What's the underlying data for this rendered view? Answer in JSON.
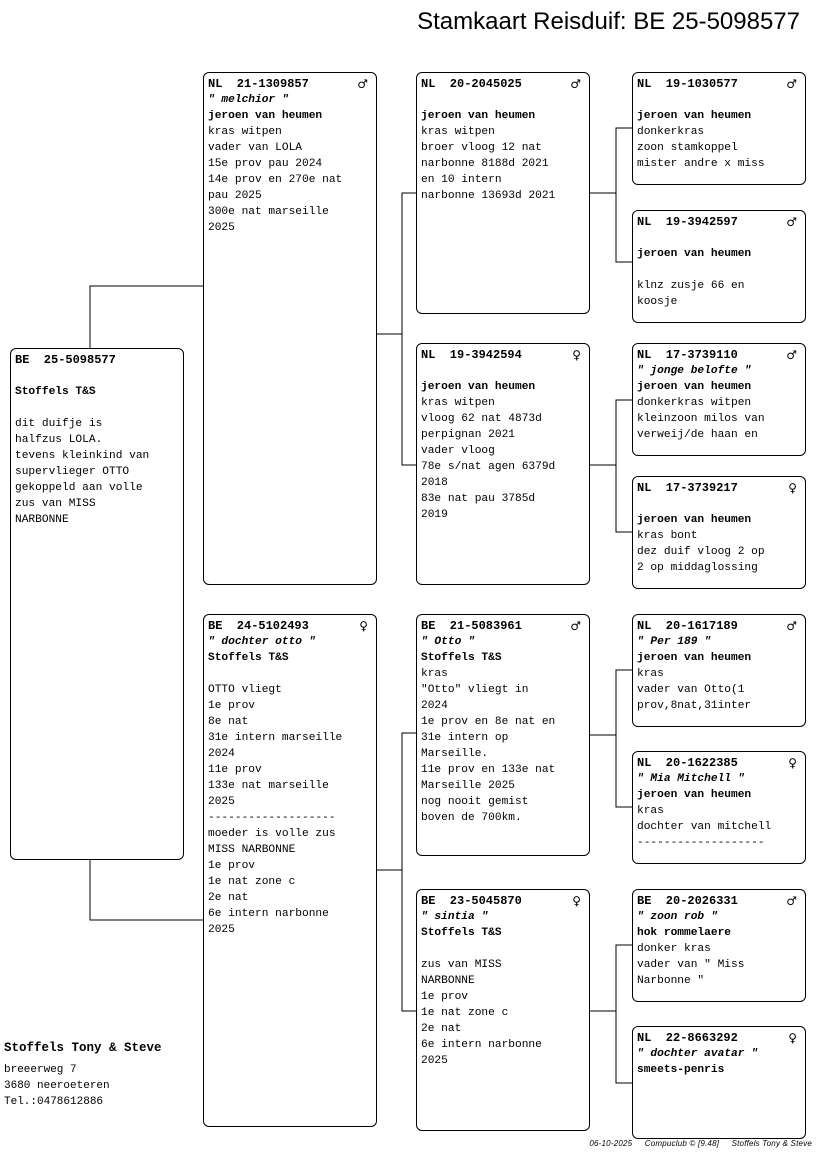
{
  "title": "Stamkaart Reisduif: BE  25-5098577",
  "symbols": {
    "male": "♂",
    "female": "♀"
  },
  "cards": [
    {
      "id": "c0",
      "ring": "BE  25-5098577",
      "sex": "",
      "name": "",
      "owner": "Stoffels T&S",
      "lines": [
        "",
        "dit duifje is",
        "halfzus LOLA.",
        "tevens kleinkind van",
        "supervlieger OTTO",
        "gekoppeld aan volle",
        "zus van MISS",
        "NARBONNE"
      ]
    },
    {
      "id": "c1",
      "ring": "NL  21-1309857",
      "sex": "male",
      "name": "\" melchior \"",
      "owner": "jeroen van heumen",
      "lines": [
        "kras witpen",
        "vader van LOLA",
        "15e prov pau 2024",
        "14e prov en 270e nat",
        "pau 2025",
        "300e nat marseille",
        "2025"
      ]
    },
    {
      "id": "c2",
      "ring": "BE  24-5102493",
      "sex": "female",
      "name": "\" dochter otto \"",
      "owner": "Stoffels T&S",
      "lines": [
        "",
        "OTTO vliegt",
        "1e prov",
        "8e nat",
        "31e intern marseille",
        "2024",
        "11e prov",
        "133e nat marseille",
        "2025",
        "-------------------",
        "moeder is volle zus",
        "MISS NARBONNE",
        "1e prov",
        "1e nat zone c",
        "2e nat",
        "6e intern narbonne",
        "2025"
      ]
    },
    {
      "id": "c3",
      "ring": "NL  20-2045025",
      "sex": "male",
      "name": "",
      "owner": "jeroen van heumen",
      "lines": [
        "kras witpen",
        "broer vloog 12 nat",
        "narbonne 8188d 2021",
        "en 10 intern",
        "narbonne 13693d 2021"
      ]
    },
    {
      "id": "c4",
      "ring": "NL  19-3942594",
      "sex": "female",
      "name": "",
      "owner": "jeroen van heumen",
      "lines": [
        "kras witpen",
        "vloog 62 nat 4873d",
        "perpignan 2021",
        "vader vloog",
        "78e s/nat agen 6379d",
        "2018",
        "83e nat pau 3785d",
        "2019"
      ]
    },
    {
      "id": "c5",
      "ring": "BE  21-5083961",
      "sex": "male",
      "name": "\" Otto \"",
      "owner": "Stoffels T&S",
      "lines": [
        "kras",
        "\"Otto\" vliegt in",
        "2024",
        "1e prov en 8e nat en",
        "31e intern op",
        "Marseille.",
        "11e prov en 133e nat",
        "Marseille 2025",
        "nog nooit gemist",
        "boven de 700km."
      ]
    },
    {
      "id": "c6",
      "ring": "BE  23-5045870",
      "sex": "female",
      "name": "\" sintia \"",
      "owner": "Stoffels T&S",
      "lines": [
        "",
        "zus van MISS",
        "NARBONNE",
        "1e prov",
        "1e nat zone c",
        "2e nat",
        "6e intern narbonne",
        "2025"
      ]
    },
    {
      "id": "c7",
      "ring": "NL  19-1030577",
      "sex": "male",
      "name": "",
      "owner": "jeroen van heumen",
      "lines": [
        "donkerkras",
        "zoon stamkoppel",
        "mister andre x miss"
      ]
    },
    {
      "id": "c8",
      "ring": "NL  19-3942597",
      "sex": "male",
      "name": "",
      "owner": "jeroen van heumen",
      "lines": [
        "",
        "klnz zusje 66 en",
        "koosje"
      ]
    },
    {
      "id": "c9",
      "ring": "NL  17-3739110",
      "sex": "male",
      "name": "\" jonge belofte \"",
      "owner": "jeroen van heumen",
      "lines": [
        "donkerkras witpen",
        "kleinzoon milos van",
        "verweij/de haan en"
      ]
    },
    {
      "id": "c10",
      "ring": "NL  17-3739217",
      "sex": "female",
      "name": "",
      "owner": "jeroen van heumen",
      "lines": [
        "kras bont",
        "dez duif vloog 2 op",
        "2 op middaglossing"
      ]
    },
    {
      "id": "c11",
      "ring": "NL  20-1617189",
      "sex": "male",
      "name": "\" Per 189 \"",
      "owner": "jeroen van heumen",
      "lines": [
        "kras",
        "vader van Otto(1",
        "prov,8nat,31inter"
      ]
    },
    {
      "id": "c12",
      "ring": "NL  20-1622385",
      "sex": "female",
      "name": "\" Mia Mitchell \"",
      "owner": "jeroen van heumen",
      "lines": [
        "kras",
        "dochter van mitchell",
        "-------------------"
      ]
    },
    {
      "id": "c13",
      "ring": "BE  20-2026331",
      "sex": "male",
      "name": "\" zoon rob \"",
      "owner": "hok rommelaere",
      "lines": [
        "donker kras",
        "vader van \" Miss",
        "Narbonne \""
      ]
    },
    {
      "id": "c14",
      "ring": "NL  22-8663292",
      "sex": "female",
      "name": "\" dochter avatar \"",
      "owner": "smeets-penris",
      "lines": []
    }
  ],
  "address": {
    "name": "Stoffels Tony & Steve",
    "street": "breeerweg 7",
    "city": "3680  neeroeteren",
    "phone": "Tel.:0478612886"
  },
  "footer": {
    "date": "06-10-2025",
    "software": "Compuclub © [9.48]",
    "owner": "Stoffels Tony & Steve"
  }
}
